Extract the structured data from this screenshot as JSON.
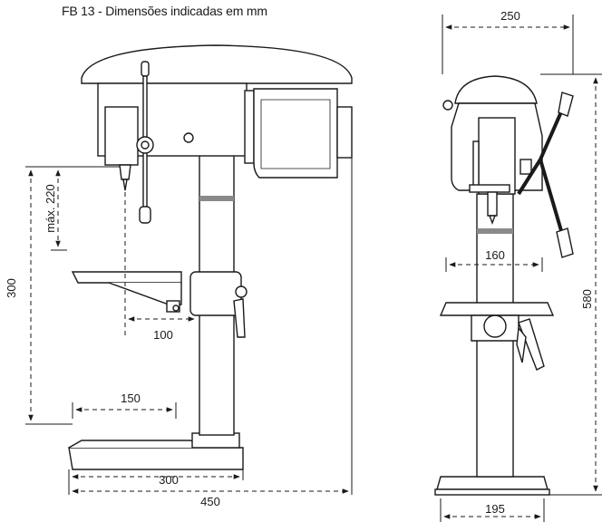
{
  "title": "FB 13 - Dimensões indicadas em mm",
  "dimensions": {
    "max_drill_depth": "máx. 220",
    "vertical_300": "300",
    "chuck_offset": "100",
    "base_slot": "150",
    "base_width": "300",
    "total_depth": "450",
    "head_width": "250",
    "column_width": "160",
    "total_height": "580",
    "base_depth": "195"
  }
}
